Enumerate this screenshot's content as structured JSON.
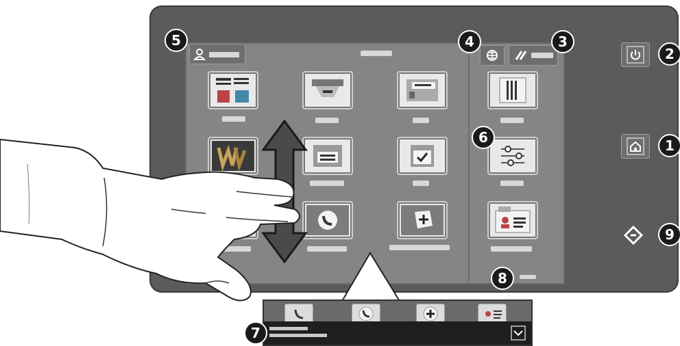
{
  "callouts": {
    "home": "1",
    "power": "2",
    "reset": "3",
    "language": "4",
    "login": "5",
    "apps": "6",
    "job_status": "7",
    "page_dots": "8",
    "nfc": "9"
  },
  "icons": {
    "power": "power-icon",
    "home": "home-icon",
    "nfc": "nfc-icon",
    "language": "globe-icon",
    "reset": "reset-icon",
    "login": "user-icon",
    "chevron": "chevron-down-icon"
  },
  "tiles": [
    {
      "name": "copy-app",
      "icon": "document-copy-icon"
    },
    {
      "name": "scan-app",
      "icon": "scanner-icon"
    },
    {
      "name": "fax-app",
      "icon": "fax-icon"
    },
    {
      "name": "id-card-copy-app",
      "icon": "book-copy-icon"
    },
    {
      "name": "marketplace-app",
      "icon": "w-logo-icon"
    },
    {
      "name": "email-app",
      "icon": "email-icon"
    },
    {
      "name": "jobs-app",
      "icon": "check-folder-icon"
    },
    {
      "name": "device-app",
      "icon": "settings-sliders-icon"
    },
    {
      "name": "print-from-app",
      "icon": "phone-icon"
    },
    {
      "name": "add-app",
      "icon": "plus-icon"
    },
    {
      "name": "address-book-app",
      "icon": "id-card-icon"
    }
  ],
  "colors": {
    "panel": "#5b5b5b",
    "screen": "#858585",
    "tile": "#e9e9e9",
    "callout": "#1a1a1a"
  }
}
